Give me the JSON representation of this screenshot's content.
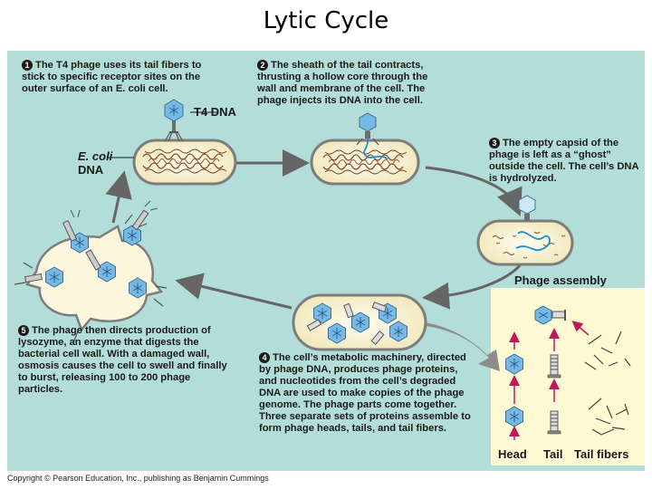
{
  "title": "Lytic Cycle",
  "steps": [
    {
      "num": "1",
      "text": "The T4 phage uses its tail fibers to stick to specific receptor sites on the outer surface of an E. coli cell."
    },
    {
      "num": "2",
      "text": "The sheath of the tail contracts, thrusting a hollow core through the wall and membrane of the cell. The phage injects its DNA into the cell."
    },
    {
      "num": "3",
      "text": "The empty capsid of the phage is left as a “ghost” outside the cell. The cell’s DNA is hydrolyzed."
    },
    {
      "num": "4",
      "text": "The cell’s metabolic machinery, directed by phage DNA, produces phage proteins, and nucleotides from the cell’s degraded DNA are used to make copies of the phage genome. The phage parts come together. Three separate sets of proteins assemble to form phage heads, tails, and tail fibers."
    },
    {
      "num": "5",
      "text": "The phage then directs production of lysozyme, an enzyme that digests the bacterial cell wall. With a damaged wall, osmosis causes the cell to swell and finally to burst, releasing 100 to 200 phage particles."
    }
  ],
  "labels": {
    "t4_dna": "T4 DNA",
    "ecoli_dna_line1": "E. coli",
    "ecoli_dna_line2": "DNA",
    "phage_assembly": "Phage assembly",
    "head": "Head",
    "tail": "Tail",
    "tail_fibers": "Tail fibers"
  },
  "copyright": "Copyright © Pearson Education, Inc., publishing as Benjamin Cummings",
  "colors": {
    "panel": "#b3ddd9",
    "cell_fill": "#fbf6dc",
    "ecoli_dna": "#8a4a26",
    "phage_dna": "#1f8fc8",
    "phage_head": "#76b9e6",
    "arrow": "#666666",
    "assembly_bg": "#fdf9d2",
    "assembly_arrow": "#c2185b"
  }
}
